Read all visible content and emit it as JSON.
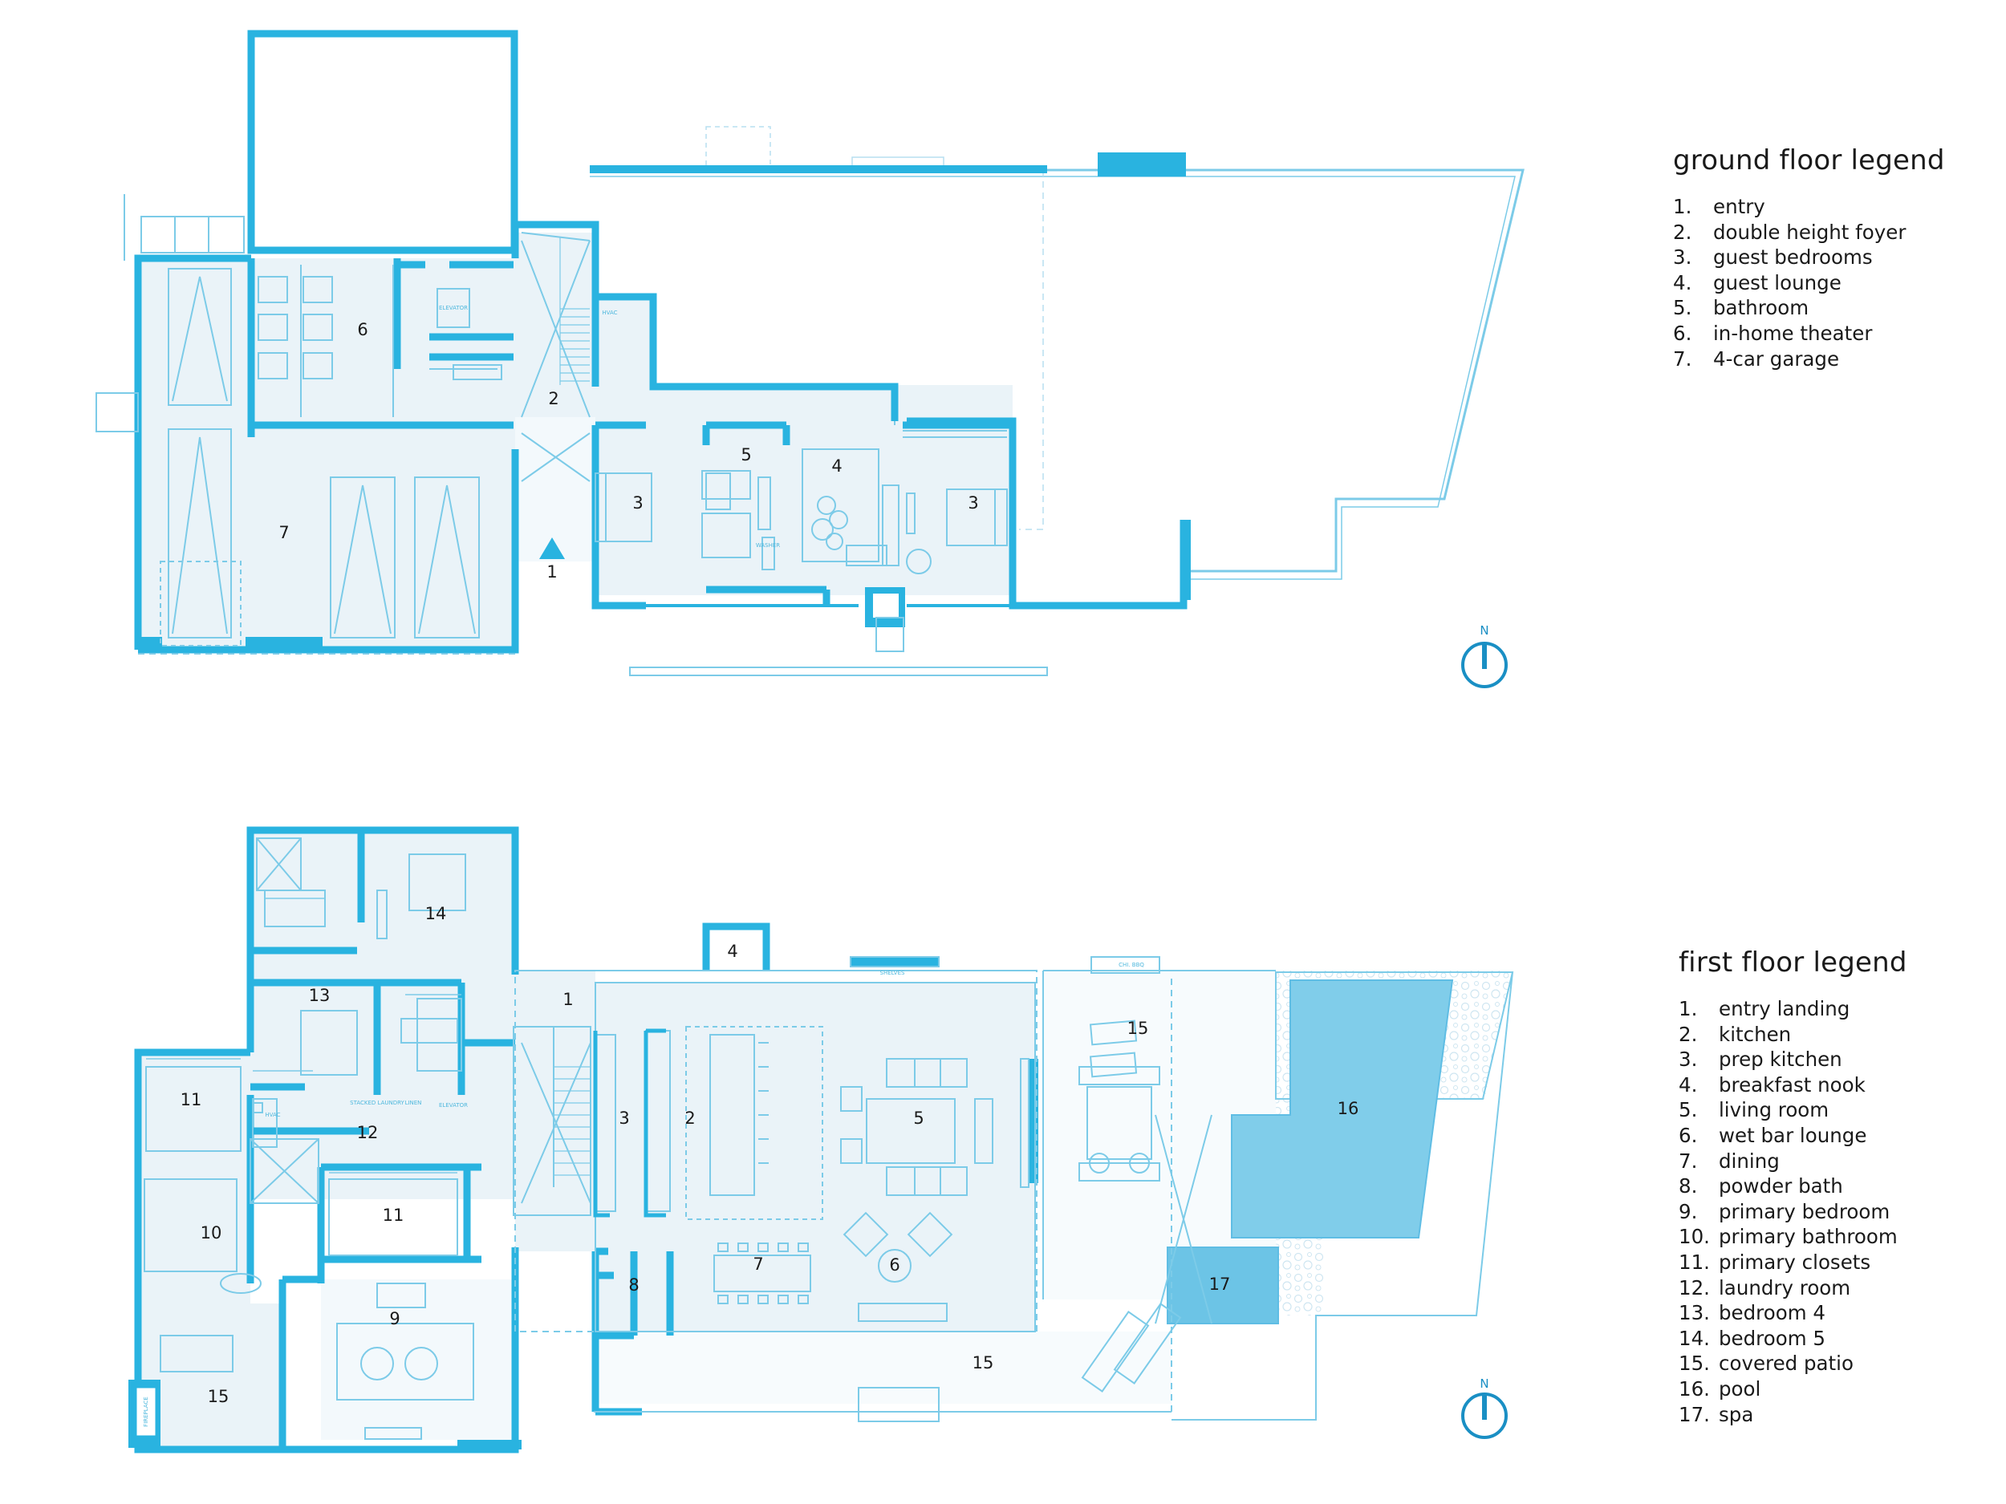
{
  "ground_floor": {
    "legend_title": "ground floor legend",
    "items": [
      {
        "num": "1.",
        "label": "entry"
      },
      {
        "num": "2.",
        "label": "double height foyer"
      },
      {
        "num": "3.",
        "label": "guest bedrooms"
      },
      {
        "num": "4.",
        "label": "guest lounge"
      },
      {
        "num": "5.",
        "label": "bathroom"
      },
      {
        "num": "6.",
        "label": "in-home theater"
      },
      {
        "num": "7.",
        "label": "4-car garage"
      }
    ],
    "plan_labels": [
      "1",
      "2",
      "3",
      "4",
      "5",
      "6",
      "7",
      "3"
    ],
    "small_labels": {
      "elevator": "ELEVATOR",
      "hvac": "HVAC",
      "washer": "WASHER"
    },
    "north_label": "N"
  },
  "first_floor": {
    "legend_title": "first floor legend",
    "items": [
      {
        "num": "1.",
        "label": "entry landing"
      },
      {
        "num": "2.",
        "label": "kitchen"
      },
      {
        "num": "3.",
        "label": "prep kitchen"
      },
      {
        "num": "4.",
        "label": "breakfast nook"
      },
      {
        "num": "5.",
        "label": "living room"
      },
      {
        "num": "6.",
        "label": "wet bar lounge"
      },
      {
        "num": "7.",
        "label": "dining"
      },
      {
        "num": "8.",
        "label": "powder bath"
      },
      {
        "num": "9.",
        "label": "primary bedroom"
      },
      {
        "num": "10.",
        "label": "primary bathroom"
      },
      {
        "num": "11.",
        "label": "primary closets"
      },
      {
        "num": "12.",
        "label": "laundry room"
      },
      {
        "num": "13.",
        "label": "bedroom 4"
      },
      {
        "num": "14.",
        "label": "bedroom 5"
      },
      {
        "num": "15.",
        "label": "covered patio"
      },
      {
        "num": "16.",
        "label": "pool"
      },
      {
        "num": "17.",
        "label": "spa"
      }
    ],
    "plan_labels": [
      "1",
      "2",
      "3",
      "4",
      "5",
      "6",
      "7",
      "8",
      "9",
      "10",
      "11",
      "11",
      "12",
      "13",
      "14",
      "15",
      "15",
      "15",
      "16",
      "17"
    ],
    "small_labels": {
      "shelves": "SHELVES",
      "elevator": "ELEVATOR",
      "linen": "LINEN",
      "stacked_laundry": "STACKED LAUNDRY",
      "hvac": "HVAC",
      "bbq": "CHI. BBQ",
      "fireplace": "FIREPLACE"
    },
    "north_label": "N"
  },
  "colors": {
    "wall": "#29b3e0",
    "room_fill": "#eaf3f8",
    "thin_line": "#7ccbe8",
    "pool": "#80cdea",
    "spa": "#6cc4e6",
    "north": "#1a8fc4"
  }
}
